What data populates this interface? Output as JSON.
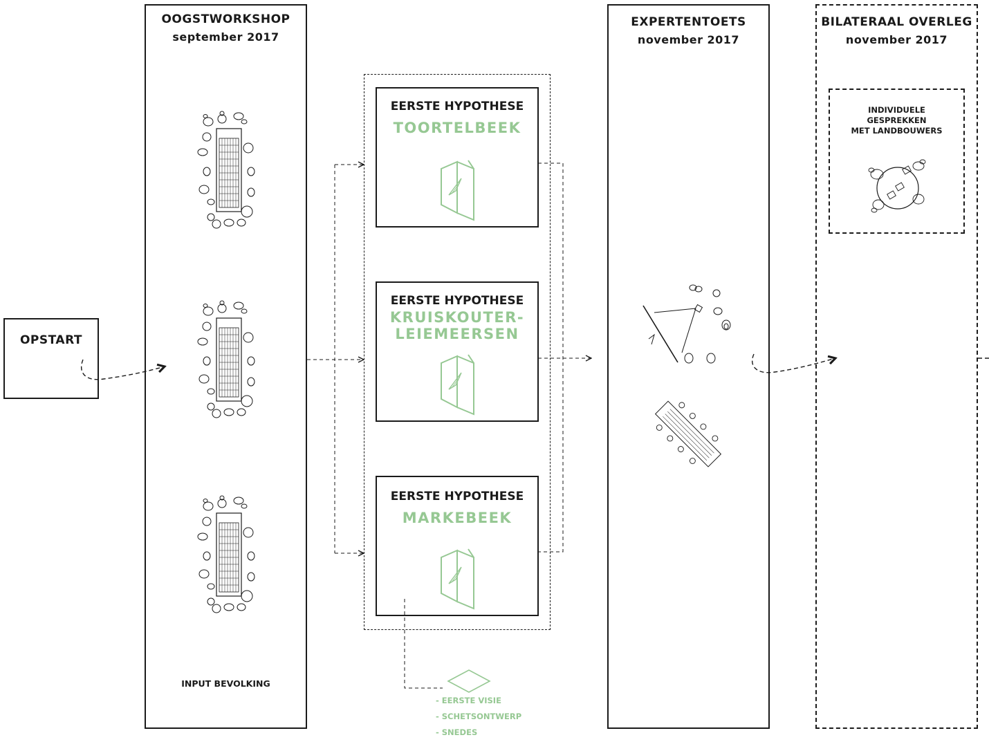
{
  "start": {
    "label": "OPSTART"
  },
  "oogst": {
    "title": "OOGSTWORKSHOP",
    "date": "september 2017",
    "footer": "INPUT BEVOLKING"
  },
  "hypotheses": [
    {
      "heading": "EERSTE HYPOTHESE",
      "name_lines": [
        "TOORTELBEEK"
      ]
    },
    {
      "heading": "EERSTE HYPOTHESE",
      "name_lines": [
        "KRUISKOUTER-",
        "LEIEMEERSEN"
      ]
    },
    {
      "heading": "EERSTE HYPOTHESE",
      "name_lines": [
        "MARKEBEEK"
      ]
    }
  ],
  "output": {
    "items": [
      "- EERSTE VISIE",
      "- SCHETSONTWERP",
      "- SNEDES"
    ]
  },
  "expert": {
    "title": "EXPERTENTOETS",
    "date": "november 2017"
  },
  "bilateral": {
    "title": "BILATERAAL OVERLEG",
    "date": "november 2017",
    "inner_lines": [
      "INDIVIDUELE",
      "GESPREKKEN",
      "MET LANDBOUWERS"
    ]
  },
  "colors": {
    "ink": "#1a1a1a",
    "accent_green": "#96c893"
  },
  "icons": [
    "workshop-table-icon",
    "map-booklet-icon",
    "presentation-icon",
    "round-table-icon",
    "diamond-icon",
    "arrow-icon"
  ]
}
